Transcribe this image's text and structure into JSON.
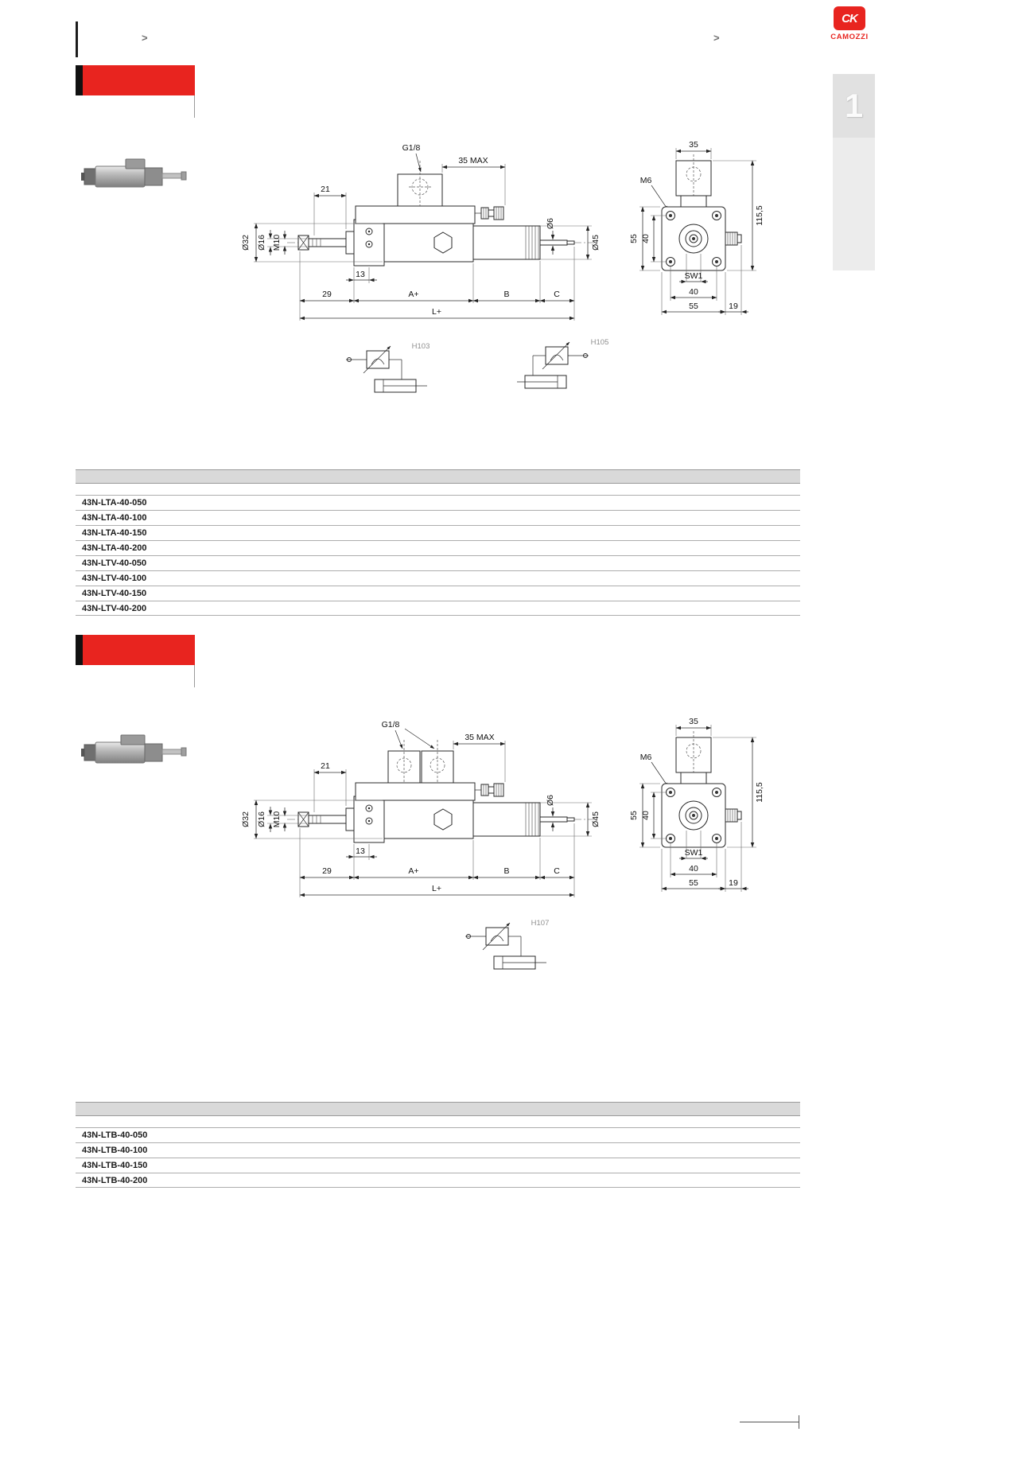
{
  "page": {
    "top_left_chevron": ">",
    "top_right_chevron": ">",
    "logo_mark": "CK",
    "logo_text": "CAMOZZI",
    "side_tab_number": "1",
    "accent_red": "#e8241f",
    "table_header_gray": "#d9d9d9"
  },
  "section1": {
    "side_view": {
      "port_label": "G1/8",
      "max_dim": "35 MAX",
      "dim_21": "21",
      "dia_32": "Ø32",
      "dia_16": "Ø16",
      "thread_m10": "M10",
      "dim_13": "13",
      "dim_29": "29",
      "dim_a_plus": "A+",
      "dim_b": "B",
      "dim_c": "C",
      "dim_l_plus": "L+",
      "dia_6": "Ø6",
      "dia_45": "Ø45"
    },
    "end_view": {
      "dim_35": "35",
      "thread_m6": "M6",
      "dim_55_side": "55",
      "dim_40_side": "40",
      "dim_height": "115,5",
      "wrench": "SW1",
      "dim_40_bottom": "40",
      "dim_55_bottom": "55",
      "dim_19": "19"
    },
    "schematic_left_label": "H103",
    "schematic_right_label": "H105",
    "table_rows": [
      "43N-LTA-40-050",
      "43N-LTA-40-100",
      "43N-LTA-40-150",
      "43N-LTA-40-200",
      "43N-LTV-40-050",
      "43N-LTV-40-100",
      "43N-LTV-40-150",
      "43N-LTV-40-200"
    ]
  },
  "section2": {
    "side_view": {
      "port_label": "G1/8",
      "max_dim": "35 MAX",
      "dim_21": "21",
      "dia_32": "Ø32",
      "dia_16": "Ø16",
      "thread_m10": "M10",
      "dim_13": "13",
      "dim_29": "29",
      "dim_a_plus": "A+",
      "dim_b": "B",
      "dim_c": "C",
      "dim_l_plus": "L+",
      "dia_6": "Ø6",
      "dia_45": "Ø45"
    },
    "end_view": {
      "dim_35": "35",
      "thread_m6": "M6",
      "dim_55_side": "55",
      "dim_40_side": "40",
      "dim_height": "115,5",
      "wrench": "SW1",
      "dim_40_bottom": "40",
      "dim_55_bottom": "55",
      "dim_19": "19"
    },
    "schematic_label": "H107",
    "table_rows": [
      "43N-LTB-40-050",
      "43N-LTB-40-100",
      "43N-LTB-40-150",
      "43N-LTB-40-200"
    ]
  }
}
